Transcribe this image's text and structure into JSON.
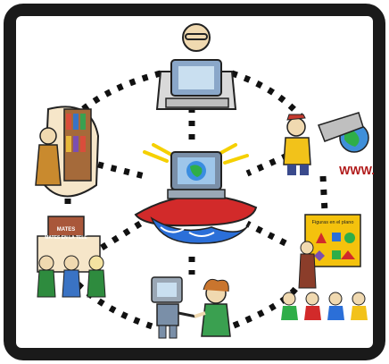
{
  "illustration": {
    "center": {
      "screen_icon": "globe-icon"
    },
    "nodes": [
      {
        "id": "teacher-top",
        "depicts": "bald-man-with-computer"
      },
      {
        "id": "library",
        "depicts": "woman-at-bookshelves"
      },
      {
        "id": "wwww",
        "depicts": "boy-with-globe-and-screen",
        "caption": "WWW."
      },
      {
        "id": "classroom-tv",
        "depicts": "students-watching-tv",
        "sign": "MATES EN LA TELE"
      },
      {
        "id": "shapes-class",
        "depicts": "teacher-with-shapes-board",
        "board_title": "Figuras en el plano"
      },
      {
        "id": "robot-handshake",
        "depicts": "girl-shaking-robot-hand"
      }
    ]
  },
  "colors": {
    "frame": "#1a1a1a",
    "panel": "#ffffff",
    "dots": "#111111",
    "ufo_red": "#d22a2a",
    "wave_blue": "#2b6fd8",
    "shapes_board": "#f4c20d"
  }
}
